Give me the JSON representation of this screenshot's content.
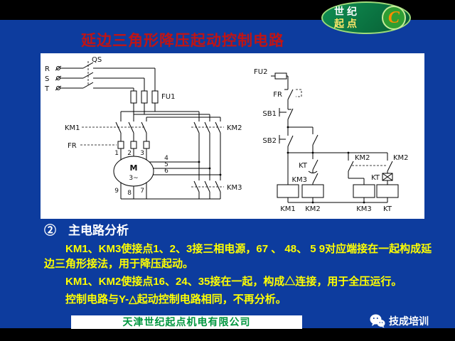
{
  "logo": {
    "line1": "世纪",
    "line2": "起点",
    "badge": "C"
  },
  "title": "延边三角形降压起动控制电路",
  "circuit": {
    "phases": [
      "R",
      "S",
      "T"
    ],
    "labels": {
      "qs": "QS",
      "fu1": "FU1",
      "fu2": "FU2",
      "km1": "KM1",
      "km2": "KM2",
      "km3": "KM3",
      "fr": "FR",
      "sb1": "SB1",
      "sb2": "SB2",
      "kt": "KT",
      "motor": "M",
      "motor_type": "3~"
    },
    "motor_terminals": {
      "top": [
        "1",
        "2",
        "3"
      ],
      "right": [
        "4",
        "5",
        "6"
      ],
      "bottom": [
        "9",
        "8",
        "7"
      ]
    },
    "coils": [
      "KM1",
      "KM2",
      "KM3",
      "KT"
    ]
  },
  "analysis": {
    "heading": "②　主电路分析",
    "para1": "KM1、KM3使接点1、2、3接三相电源，67 、 48、 5 9对应端接在一起构成延边三角形接法，用于降压起动。",
    "para2": "KM1、KM2使接点16、24、35接在一起，构成△连接，用于全压运行。",
    "para3": "控制电路与Y-△起动控制电路相同，不再分析。"
  },
  "footer": {
    "company": "天津世纪起点机电有限公司",
    "brand": "技成培训"
  },
  "colors": {
    "background_blue": "#0d3c9e",
    "accent_red": "#c01414",
    "text_yellow": "#ffff00",
    "company_green": "#00973f",
    "logo_green": "#0f8f52",
    "badge_orange": "#ff8c00"
  }
}
